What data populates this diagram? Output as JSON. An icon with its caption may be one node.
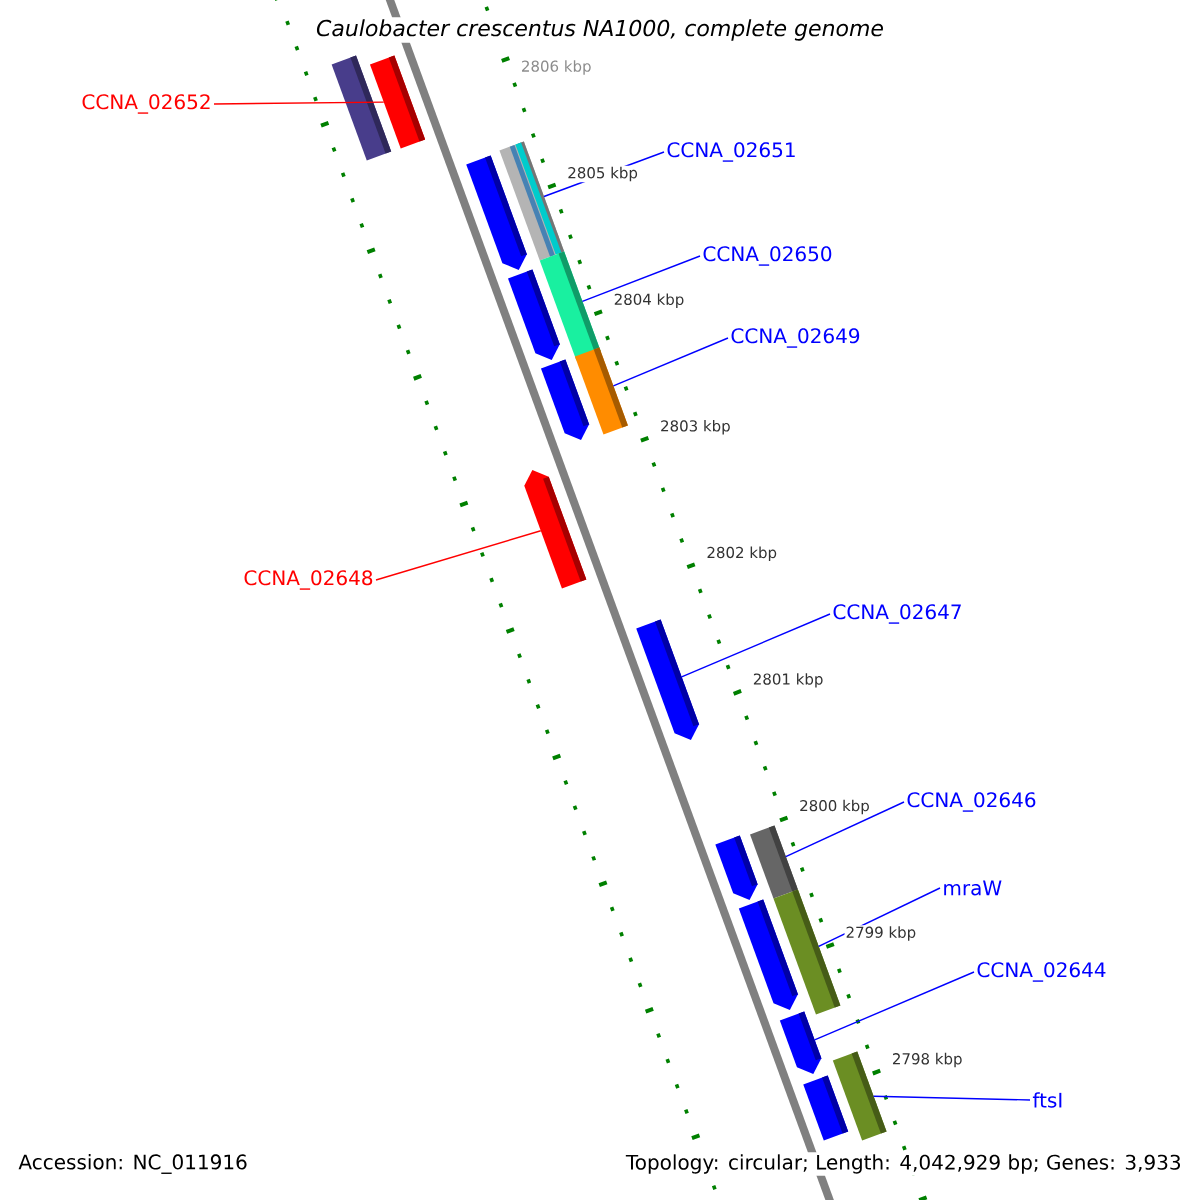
{
  "diagram": {
    "title": "Caulobacter crescentus NA1000, complete genome",
    "nodes": [
      {
        "text": [
          "CCNA_02652"
        ]
      },
      {
        "text": [
          "CCNA_02651"
        ]
      },
      {
        "text": [
          "CCNA_02650"
        ]
      },
      {
        "text": [
          "CCNA_02649"
        ]
      },
      {
        "text": [
          "CCNA_02648"
        ]
      },
      {
        "text": [
          "CCNA_02647"
        ]
      },
      {
        "text": [
          "CCNA_02646"
        ]
      },
      {
        "text": [
          "mraW"
        ]
      },
      {
        "text": [
          "CCNA_02644"
        ]
      },
      {
        "text": [
          "ftsI"
        ]
      },
      {
        "text": [],
        "shape": "bar"
      },
      {
        "text": [],
        "shape": "bar"
      },
      {
        "text": [],
        "shape": "bar"
      },
      {
        "text": [],
        "shape": "bar"
      },
      {
        "text": [],
        "shape": "bar"
      },
      {
        "text": [],
        "shape": "bar"
      },
      {
        "text": [],
        "shape": "bar"
      },
      {
        "text": [],
        "shape": "bar"
      },
      {
        "text": [],
        "shape": "bar"
      },
      {
        "text": [],
        "shape": "bar"
      },
      {
        "text": [],
        "shape": "bar"
      },
      {
        "text": [],
        "shape": "bar"
      },
      {
        "text": [],
        "shape": "bar"
      },
      {
        "text": [],
        "shape": "bar"
      },
      {
        "text": [],
        "shape": "bar"
      },
      {
        "text": [],
        "shape": "bar"
      },
      {
        "text": [],
        "shape": "bar"
      }
    ],
    "edges": [
      {
        "from": 0,
        "to": 11,
        "arrow": "none",
        "color": "#ff0000"
      },
      {
        "from": 1,
        "to": 13,
        "arrow": "none"
      },
      {
        "from": 2,
        "to": 15,
        "arrow": "none"
      },
      {
        "from": 3,
        "to": 16,
        "arrow": "none"
      },
      {
        "from": 4,
        "to": 18,
        "arrow": "none",
        "color": "#ff0000"
      },
      {
        "from": 5,
        "to": 19,
        "arrow": "none"
      },
      {
        "from": 6,
        "to": 20,
        "arrow": "none"
      },
      {
        "from": 7,
        "to": 22,
        "arrow": "none"
      },
      {
        "from": 8,
        "to": 24,
        "arrow": "none"
      },
      {
        "from": 9,
        "to": 25,
        "arrow": "none"
      }
    ],
    "labels": [
      "2806 kbp",
      "2805 kbp",
      "2804 kbp",
      "2803 kbp",
      "2802 kbp",
      "2801 kbp",
      "2800 kbp",
      "2799 kbp",
      "2798 kbp",
      "Accession: NC_011916",
      "Topology: circular; Length: 4,042,929 bp; Genes: 3,933"
    ]
  }
}
